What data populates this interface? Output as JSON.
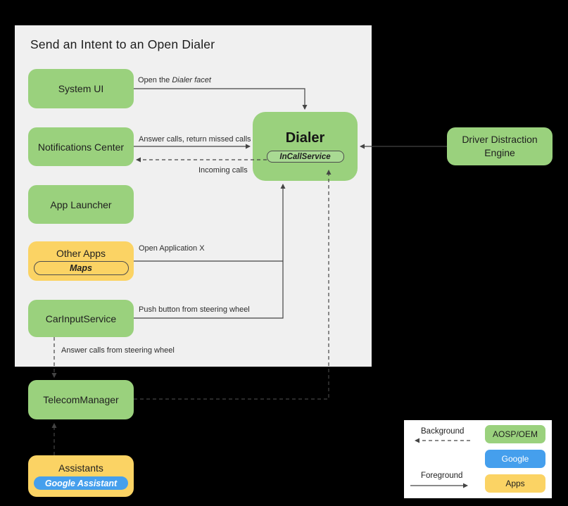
{
  "title": "Send an Intent to an Open Dialer",
  "colors": {
    "canvas_bg": "#000000",
    "panel_bg": "#f0f0f0",
    "legend_bg": "#ffffff",
    "aosp_green": "#9ad17d",
    "green_light": "#a9da93",
    "google_blue": "#459fed",
    "apps_yellow": "#fbd364",
    "wire": "#444444"
  },
  "nodes": {
    "system_ui": {
      "label": "System UI"
    },
    "notifications_center": {
      "label": "Notifications Center"
    },
    "app_launcher": {
      "label": "App Launcher"
    },
    "other_apps": {
      "label": "Other Apps",
      "sublabel": "Maps"
    },
    "car_input_service": {
      "label": "CarInputService"
    },
    "telecom_manager": {
      "label": "TelecomManager"
    },
    "assistants": {
      "label": "Assistants",
      "sublabel": "Google Assistant"
    },
    "dialer": {
      "label": "Dialer",
      "sublabel": "InCallService"
    },
    "driver_distraction_engine": {
      "label": "Driver Distraction Engine"
    }
  },
  "edge_labels": {
    "open_dialer_facet": {
      "prefix": "Open the ",
      "italic": "Dialer facet"
    },
    "answer_return_calls": "Answer calls, return missed calls",
    "incoming_calls": "Incoming calls",
    "open_application_x": "Open Application X",
    "push_button": "Push button from steering wheel",
    "answer_from_wheel": "Answer calls from steering wheel"
  },
  "legend": {
    "background_label": "Background",
    "foreground_label": "Foreground",
    "chips": [
      {
        "label": "AOSP/OEM"
      },
      {
        "label": "Google"
      },
      {
        "label": "Apps"
      }
    ]
  }
}
